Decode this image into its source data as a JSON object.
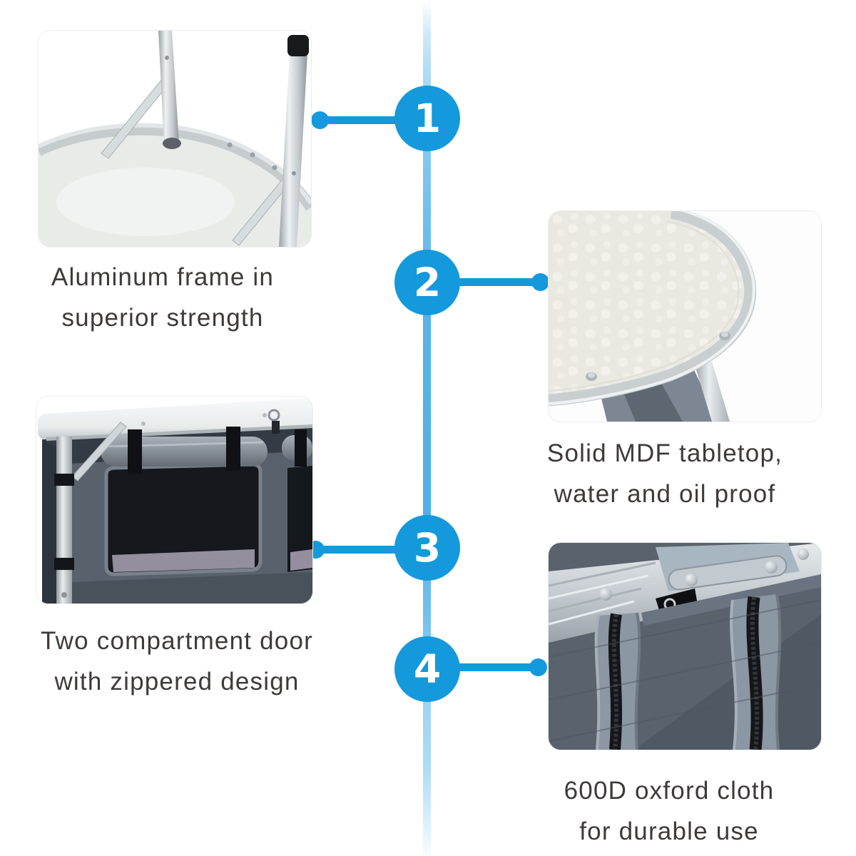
{
  "colors": {
    "accent": "#1499dc",
    "timeline_mid": "#4fb1e6",
    "caption_text": "#3e3a39"
  },
  "features": [
    {
      "number": "1",
      "caption_line1": "Aluminum frame in",
      "caption_line2": "superior strength",
      "photo_alt": "aluminum-frame-corner-photo"
    },
    {
      "number": "2",
      "caption_line1": "Solid MDF tabletop,",
      "caption_line2": "water and oil proof",
      "photo_alt": "mdf-tabletop-corner-photo"
    },
    {
      "number": "3",
      "caption_line1": "Two compartment door",
      "caption_line2": "with zippered design",
      "photo_alt": "two-compartment-cabinet-photo"
    },
    {
      "number": "4",
      "caption_line1": "600D oxford cloth",
      "caption_line2": "for durable use",
      "photo_alt": "oxford-cloth-zipper-photo"
    }
  ]
}
